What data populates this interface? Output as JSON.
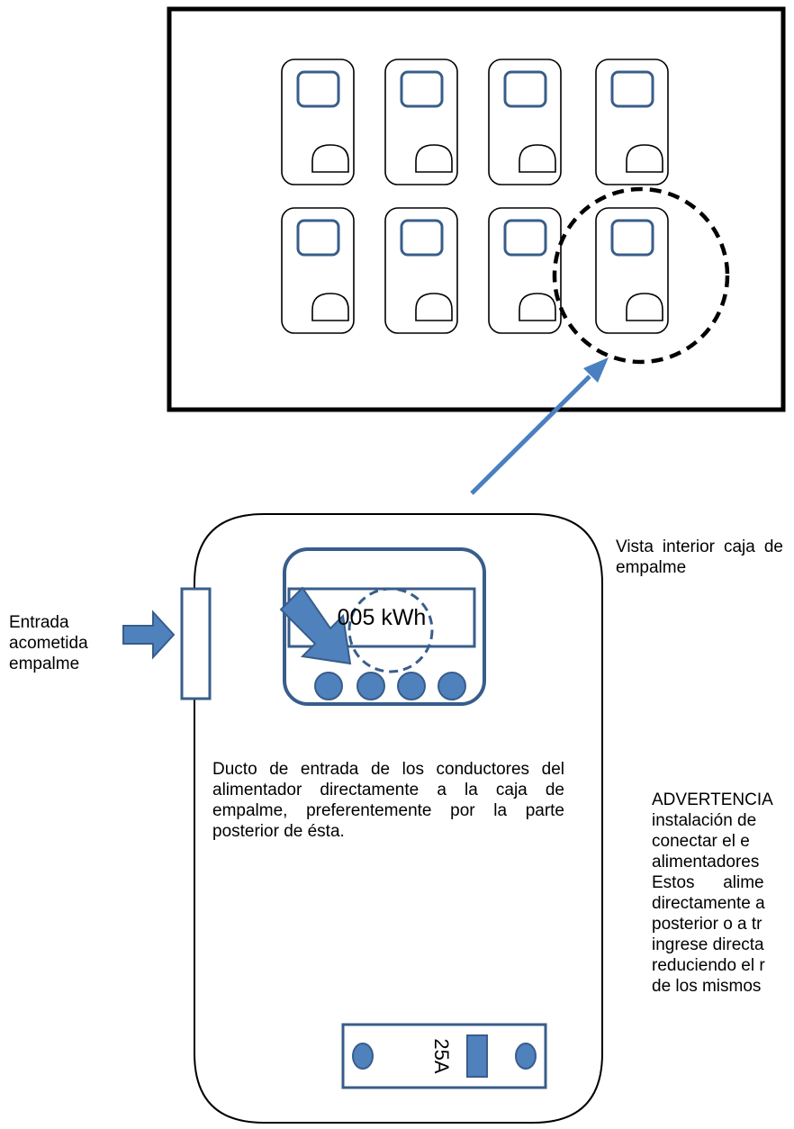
{
  "panel": {
    "meter_units": 8
  },
  "labels": {
    "vista_interior": "Vista interior caja de empalme",
    "ducto_entrada": "Ducto de entrada de los conductores del alimentador directamente a la caja de empalme, preferentemente por la parte posterior de ésta.",
    "entrada_acometida": [
      "Entrada",
      "acometida",
      "empalme"
    ],
    "meter_reading": "005 kWh",
    "breaker_rating": "25A",
    "advertencia_lines": [
      "ADVERTENCIA",
      "instalación de",
      "conectar el e",
      "alimentadores",
      "Estos      alime",
      "directamente a",
      "posterior o a tr",
      "ingrese directa",
      "reduciendo el r",
      "de los mismos"
    ]
  },
  "colors": {
    "blue_fill": "#4f81bd",
    "blue_stroke": "#385d8a",
    "arrow_line": "#4a7fc1",
    "outline": "#000000"
  }
}
